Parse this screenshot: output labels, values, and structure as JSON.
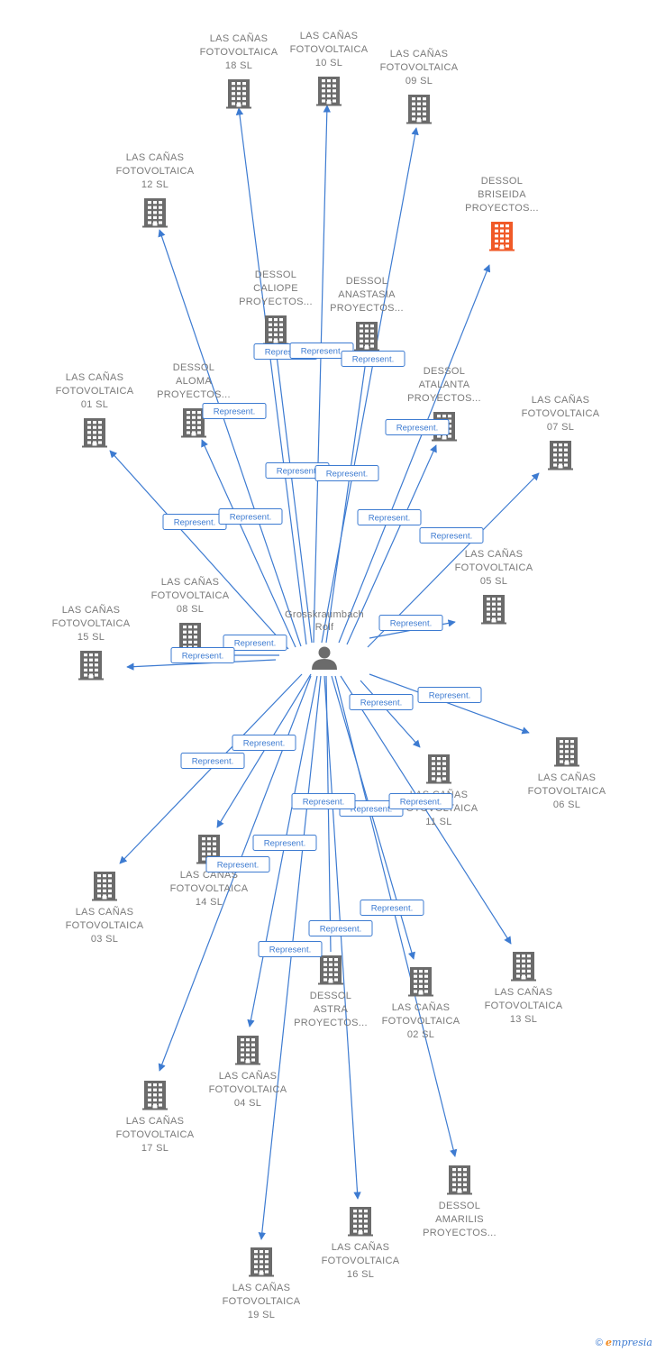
{
  "colors": {
    "edge": "#3d7bd1",
    "label_border": "#3d7bd1",
    "building": "#6b6b6b",
    "building_highlight": "#f05a28",
    "person": "#6b6b6b",
    "text": "#7a7a7a"
  },
  "center": {
    "label": [
      "Grosskraumbach",
      "Rolf"
    ],
    "icon": "person-icon"
  },
  "relationship_label": "Represent.",
  "companies": [
    {
      "id": "c18",
      "label": [
        "LAS CAÑAS",
        "FOTOVOLTAICA",
        "18 SL"
      ]
    },
    {
      "id": "c10",
      "label": [
        "LAS CAÑAS",
        "FOTOVOLTAICA",
        "10 SL"
      ]
    },
    {
      "id": "c09",
      "label": [
        "LAS CAÑAS",
        "FOTOVOLTAICA",
        "09 SL"
      ]
    },
    {
      "id": "c12",
      "label": [
        "LAS CAÑAS",
        "FOTOVOLTAICA",
        "12 SL"
      ]
    },
    {
      "id": "briseida",
      "label": [
        "DESSOL",
        "BRISEIDA",
        "PROYECTOS..."
      ],
      "highlight": true
    },
    {
      "id": "caliope",
      "label": [
        "DESSOL",
        "CALIOPE",
        "PROYECTOS..."
      ]
    },
    {
      "id": "anastasia",
      "label": [
        "DESSOL",
        "ANASTASIA",
        "PROYECTOS..."
      ]
    },
    {
      "id": "c01",
      "label": [
        "LAS CAÑAS",
        "FOTOVOLTAICA",
        "01 SL"
      ]
    },
    {
      "id": "aloma",
      "label": [
        "DESSOL",
        "ALOMA",
        "PROYECTOS..."
      ]
    },
    {
      "id": "atalanta",
      "label": [
        "DESSOL",
        "ATALANTA",
        "PROYECTOS..."
      ]
    },
    {
      "id": "c07",
      "label": [
        "LAS CAÑAS",
        "FOTOVOLTAICA",
        "07 SL"
      ]
    },
    {
      "id": "c05",
      "label": [
        "LAS CAÑAS",
        "FOTOVOLTAICA",
        "05 SL"
      ]
    },
    {
      "id": "c08",
      "label": [
        "LAS CAÑAS",
        "FOTOVOLTAICA",
        "08 SL"
      ]
    },
    {
      "id": "c15",
      "label": [
        "LAS CAÑAS",
        "FOTOVOLTAICA",
        "15 SL"
      ]
    },
    {
      "id": "c06",
      "label": [
        "LAS CAÑAS",
        "FOTOVOLTAICA",
        "06 SL"
      ]
    },
    {
      "id": "c11",
      "label": [
        "LAS CAÑAS",
        "FOTOVOLTAICA",
        "11 SL"
      ]
    },
    {
      "id": "c14",
      "label": [
        "LAS CAÑAS",
        "FOTOVOLTAICA",
        "14 SL"
      ]
    },
    {
      "id": "c03",
      "label": [
        "LAS CAÑAS",
        "FOTOVOLTAICA",
        "03 SL"
      ]
    },
    {
      "id": "astra",
      "label": [
        "DESSOL",
        "ASTRA",
        "PROYECTOS..."
      ]
    },
    {
      "id": "c02",
      "label": [
        "LAS CAÑAS",
        "FOTOVOLTAICA",
        "02 SL"
      ]
    },
    {
      "id": "c13",
      "label": [
        "LAS CAÑAS",
        "FOTOVOLTAICA",
        "13 SL"
      ]
    },
    {
      "id": "c04",
      "label": [
        "LAS CAÑAS",
        "FOTOVOLTAICA",
        "04 SL"
      ]
    },
    {
      "id": "c17",
      "label": [
        "LAS CAÑAS",
        "FOTOVOLTAICA",
        "17 SL"
      ]
    },
    {
      "id": "amarilis",
      "label": [
        "DESSOL",
        "AMARILIS",
        "PROYECTOS..."
      ]
    },
    {
      "id": "c16",
      "label": [
        "LAS CAÑAS",
        "FOTOVOLTAICA",
        "16 SL"
      ]
    },
    {
      "id": "c19",
      "label": [
        "LAS CAÑAS",
        "FOTOVOLTAICA",
        "19 SL"
      ]
    }
  ],
  "footer": {
    "copyright": "©",
    "brand_initial": "e",
    "brand_rest": "mpresia"
  }
}
